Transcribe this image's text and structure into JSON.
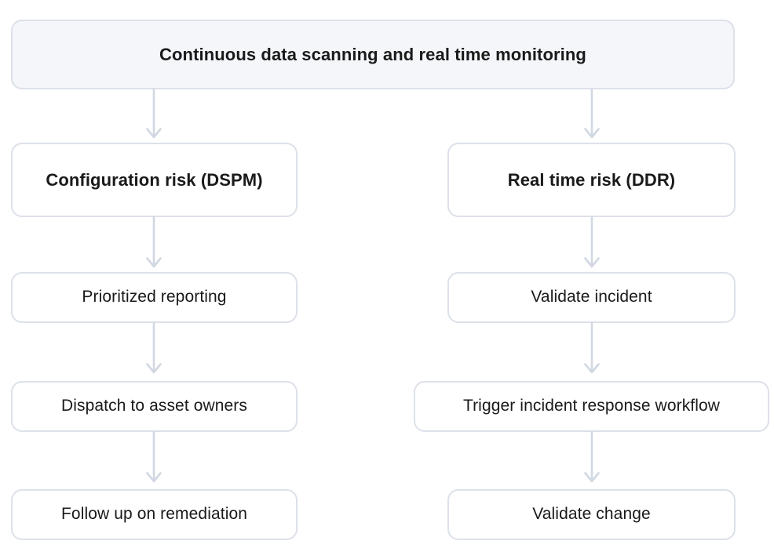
{
  "diagram": {
    "title": "Continuous data scanning and real time monitoring",
    "type": "flowchart",
    "colors": {
      "node_border": "#dde1e9",
      "node_fill": "#ffffff",
      "header_fill": "#f4f6fa",
      "connector": "#d2d8e2",
      "text": "#1a1a1a",
      "background": "#ffffff"
    },
    "header": {
      "label": "Continuous data scanning and real time monitoring"
    },
    "branches": [
      {
        "id": "dspm",
        "label": "Configuration risk (DSPM)",
        "steps": [
          {
            "label": "Prioritized reporting"
          },
          {
            "label": "Dispatch to asset owners"
          },
          {
            "label": "Follow up on remediation"
          }
        ]
      },
      {
        "id": "ddr",
        "label": "Real time risk (DDR)",
        "steps": [
          {
            "label": "Validate incident"
          },
          {
            "label": "Trigger incident response workflow"
          },
          {
            "label": "Validate change"
          }
        ]
      }
    ],
    "connectors": [
      {
        "from": "header",
        "to": "dspm"
      },
      {
        "from": "header",
        "to": "ddr"
      },
      {
        "from": "dspm",
        "to": "dspm-step-1"
      },
      {
        "from": "dspm-step-1",
        "to": "dspm-step-2"
      },
      {
        "from": "dspm-step-2",
        "to": "dspm-step-3"
      },
      {
        "from": "ddr",
        "to": "ddr-step-1"
      },
      {
        "from": "ddr-step-1",
        "to": "ddr-step-2"
      },
      {
        "from": "ddr-step-2",
        "to": "ddr-step-3"
      }
    ]
  }
}
